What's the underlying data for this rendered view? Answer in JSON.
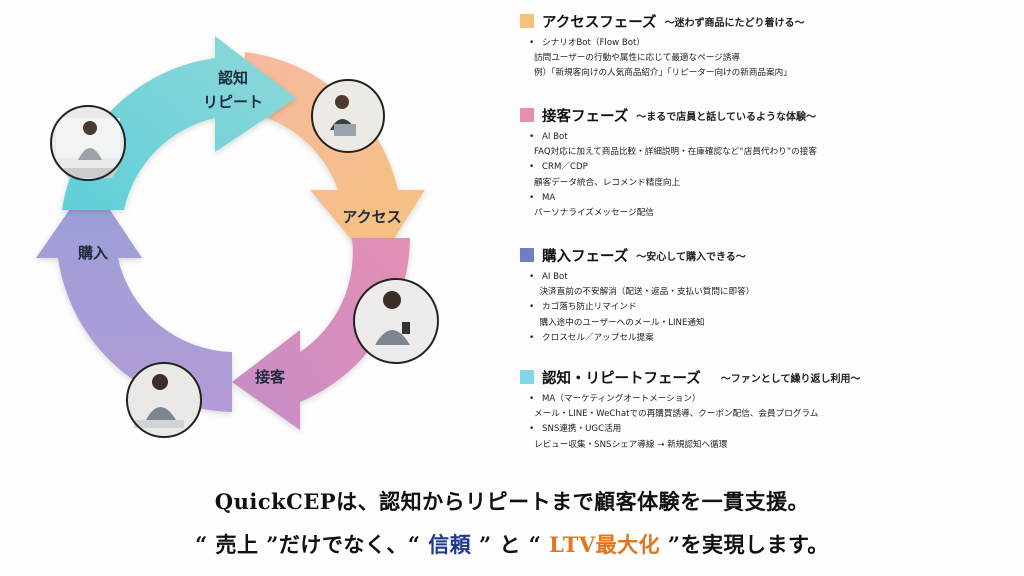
{
  "cycle": {
    "labels": {
      "recognize_line1": "認知",
      "recognize_line2": "リピート",
      "access": "アクセス",
      "service": "接客",
      "purchase": "購入"
    },
    "colors": {
      "access": "#f5c27d",
      "service": "#d97aa7",
      "purchase": "#a99bd6",
      "recognize": "#5fcfd9"
    }
  },
  "phases": [
    {
      "title": "アクセスフェーズ",
      "subtitle": "〜迷わず商品にたどり着ける〜",
      "color": "#f5c27d",
      "items": [
        {
          "text": "シナリオBot（Flow Bot）",
          "details": [
            "訪問ユーザーの行動や属性に応じて最適なページ誘導",
            "例）「新規客向けの人気商品紹介」「リピーター向けの新商品案内」"
          ]
        }
      ]
    },
    {
      "title": "接客フェーズ",
      "subtitle": "〜まるで店員と話しているような体験〜",
      "color": "#e58fb4",
      "items": [
        {
          "text": "AI Bot",
          "details": [
            "FAQ対応に加えて商品比較・詳細説明・在庫確認など“店員代わり”の接客"
          ]
        },
        {
          "text": "CRM／CDP",
          "details": [
            "顧客データ統合、レコメンド精度向上"
          ]
        },
        {
          "text": "MA",
          "details": [
            "パーソナライズメッセージ配信"
          ]
        }
      ]
    },
    {
      "title": "購入フェーズ",
      "subtitle": "〜安心して購入できる〜",
      "color": "#6f7fc4",
      "items": [
        {
          "text": "AI Bot",
          "details": [
            "  決済直前の不安解消（配送・返品・支払い質問に即答）"
          ]
        },
        {
          "text": "カゴ落ち防止リマインド",
          "details": [
            "  購入途中のユーザーへのメール・LINE通知"
          ]
        },
        {
          "text": "クロスセル／アップセル提案",
          "details": []
        }
      ]
    },
    {
      "title": "認知・リピートフェーズ",
      "subtitle": "〜ファンとして繰り返し利用〜",
      "color": "#7fd8e3",
      "items": [
        {
          "text": "MA（マーケティングオートメーション）",
          "details": [
            "メール・LINE・WeChatでの再購買誘導、クーポン配信、会員プログラム"
          ]
        },
        {
          "text": "SNS連携・UGC活用",
          "details": [
            "レビュー収集・SNSシェア導線 → 新規認知へ循環"
          ]
        }
      ]
    }
  ],
  "footer": {
    "line1": "QuickCEPは、認知からリピートまで顧客体験を一貫支援。",
    "line2_a": "“ 売上 ”だけでなく、“ ",
    "line2_b": "信頼",
    "line2_c": " ” と “ ",
    "line2_d": "LTV最大化",
    "line2_e": " ”を実現します。"
  }
}
